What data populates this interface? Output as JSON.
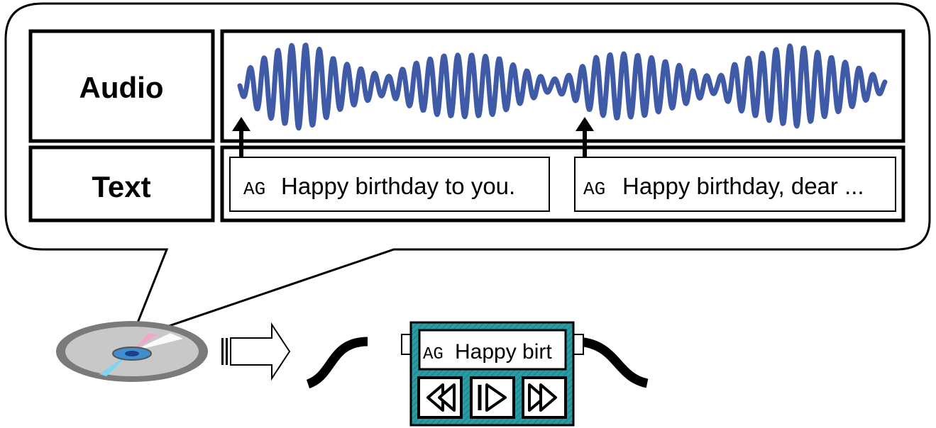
{
  "table": {
    "rows": [
      {
        "label": "Audio"
      },
      {
        "label": "Text"
      }
    ],
    "captions": [
      {
        "tag": "AG",
        "text": "Happy birthday to you."
      },
      {
        "tag": "AG",
        "text": "Happy birthday, dear ..."
      }
    ]
  },
  "player": {
    "tag": "AG",
    "display_text": "Happy birt",
    "buttons": [
      "rewind",
      "play",
      "fast-forward"
    ]
  },
  "colors": {
    "waveform": "#3f5aa6",
    "player_body": "#2a9ba3",
    "disc": "#a6a6a6",
    "outline": "#000000"
  }
}
